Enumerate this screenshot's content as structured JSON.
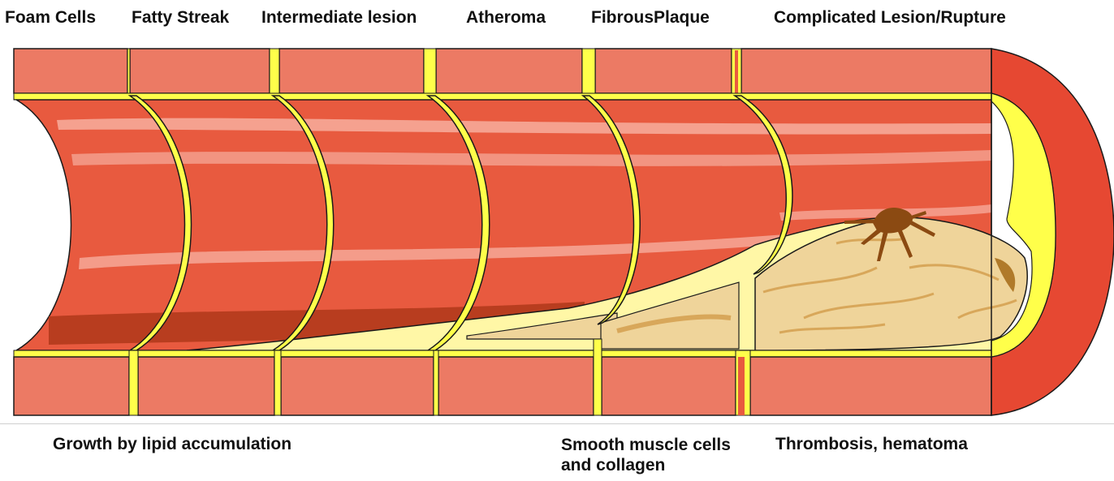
{
  "stage_labels": [
    "Foam Cells",
    "Fatty Streak",
    "Intermediate lesion",
    "Atheroma",
    "FibrousPlaque",
    "Complicated Lesion/Rupture"
  ],
  "bottom_labels": {
    "lipid": "Growth by lipid accumulation",
    "smooth_muscle": "Smooth muscle cells and collagen",
    "thrombosis": "Thrombosis, hematoma"
  },
  "colors": {
    "wall_outer": "#ec7a64",
    "lumen": "#e85a3f",
    "lumen_highlight": "#f6a898",
    "lumen_shadow": "#b33a1c",
    "cap_yellow": "#ffff4a",
    "pale_yellow": "#fff7a6",
    "plaque": "#efd49a",
    "plaque_dark": "#d8a75a",
    "rupture": "#8b4a12",
    "end_red": "#e64832",
    "outline": "#1a1a1a"
  }
}
